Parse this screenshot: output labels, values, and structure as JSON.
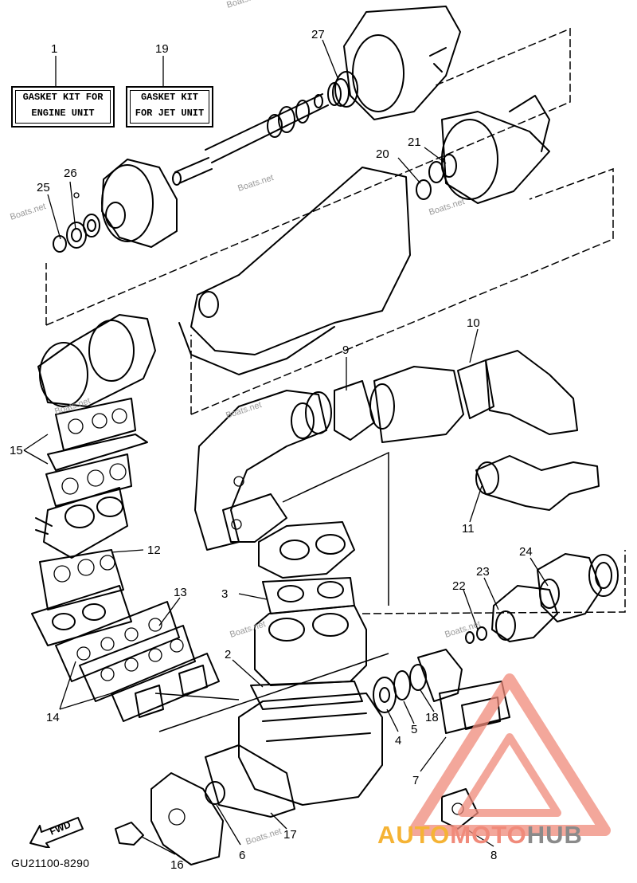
{
  "kits": [
    {
      "number": "1",
      "line1": "GASKET KIT FOR",
      "line2": "ENGINE UNIT"
    },
    {
      "number": "19",
      "line1": "GASKET KIT",
      "line2": "FOR JET UNIT"
    }
  ],
  "callouts": {
    "n2": "2",
    "n3": "3",
    "n4": "4",
    "n5": "5",
    "n6": "6",
    "n7": "7",
    "n8": "8",
    "n9": "9",
    "n10": "10",
    "n11": "11",
    "n12": "12",
    "n13": "13",
    "n14": "14",
    "n15": "15",
    "n16": "16",
    "n17": "17",
    "n18": "18",
    "n20": "20",
    "n21": "21",
    "n22": "22",
    "n23": "23",
    "n24": "24",
    "n25": "25",
    "n26": "26",
    "n27": "27"
  },
  "watermark": "Boats.net",
  "fwd_label": "FWD",
  "diagram_code": "GU21100-8290",
  "logo": {
    "part1": "AUTO",
    "part2": "MOTO",
    "part3": "HUB"
  },
  "colors": {
    "logo_orange": "#f5b335",
    "logo_red": "#f08a7a",
    "logo_gray": "#8a8a8a"
  }
}
